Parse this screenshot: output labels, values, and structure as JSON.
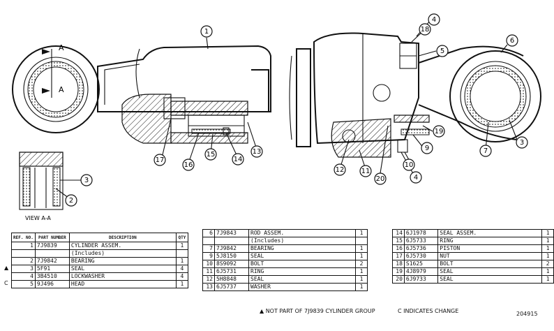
{
  "view_label": "VIEW A-A",
  "section_letters": [
    "A",
    "A"
  ],
  "callouts": [
    "1",
    "4",
    "18",
    "5",
    "6",
    "19",
    "9",
    "3",
    "7",
    "10",
    "4",
    "20",
    "11",
    "12",
    "17",
    "16",
    "15",
    "14",
    "13",
    "3",
    "2"
  ],
  "table_headers": {
    "ref": "REF. NO.",
    "part": "PART NUMBER",
    "desc": "DESCRIPTION",
    "qty": "QTY"
  },
  "table1": [
    {
      "marker": "",
      "ref": "1",
      "part": "7J9839",
      "desc": "CYLINDER ASSEM.",
      "qty": "1"
    },
    {
      "marker": "",
      "ref": "",
      "part": "",
      "desc": "(Includes)",
      "qty": ""
    },
    {
      "marker": "",
      "ref": "2",
      "part": "7J9842",
      "desc": "BEARING",
      "qty": "1"
    },
    {
      "marker": "▲",
      "ref": "3",
      "part": "5F91",
      "desc": "SEAL",
      "qty": "4"
    },
    {
      "marker": "",
      "ref": "4",
      "part": "3B4510",
      "desc": "LOCKWASHER",
      "qty": "4"
    },
    {
      "marker": "C",
      "ref": "5",
      "part": "9J496",
      "desc": "HEAD",
      "qty": "1"
    }
  ],
  "table2": [
    {
      "ref": "6",
      "part": "7J9843",
      "desc": "ROD ASSEM.",
      "qty": "1"
    },
    {
      "ref": "",
      "part": "",
      "desc": "(Includes)",
      "qty": ""
    },
    {
      "ref": "7",
      "part": "7J9842",
      "desc": "BEARING",
      "qty": "1"
    },
    {
      "ref": "9",
      "part": "5J8150",
      "desc": "SEAL",
      "qty": "1"
    },
    {
      "ref": "10",
      "part": "8S9092",
      "desc": "BOLT",
      "qty": "2"
    },
    {
      "ref": "11",
      "part": "6J5731",
      "desc": "RING",
      "qty": "1"
    },
    {
      "ref": "12",
      "part": "5H8848",
      "desc": "SEAL",
      "qty": "1"
    },
    {
      "ref": "13",
      "part": "6J5737",
      "desc": "WASHER",
      "qty": "1"
    }
  ],
  "table3": [
    {
      "ref": "14",
      "part": "6J1978",
      "desc": "SEAL ASSEM.",
      "qty": "1"
    },
    {
      "ref": "15",
      "part": "6J5733",
      "desc": "RING",
      "qty": "1"
    },
    {
      "ref": "16",
      "part": "6J5736",
      "desc": "PISTON",
      "qty": "1"
    },
    {
      "ref": "17",
      "part": "6J5730",
      "desc": "NUT",
      "qty": "1"
    },
    {
      "ref": "18",
      "part": "S1625",
      "desc": "BOLT",
      "qty": "2"
    },
    {
      "ref": "19",
      "part": "4J8979",
      "desc": "SEAL",
      "qty": "1"
    },
    {
      "ref": "20",
      "part": "6J9733",
      "desc": "SEAL",
      "qty": "1"
    }
  ],
  "footnotes": {
    "not_part": "▲ NOT PART OF 7J9839 CYLINDER GROUP",
    "change": "C INDICATES CHANGE",
    "drawing_no": "204915"
  }
}
